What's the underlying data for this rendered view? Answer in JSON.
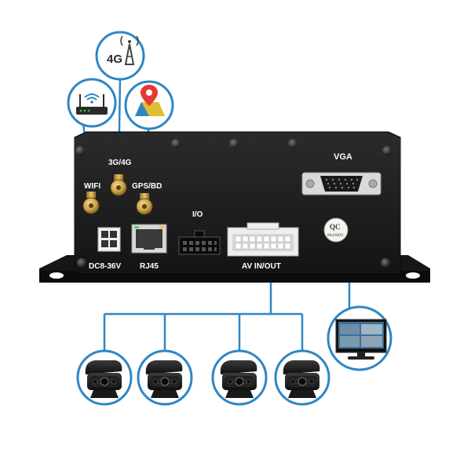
{
  "labels": {
    "wifi": "WIFI",
    "network": "3G/4G",
    "gps": "GPS/BD",
    "io": "I/O",
    "vga": "VGA",
    "power": "DC8-36V",
    "rj45": "RJ45",
    "av": "AV IN/OUT",
    "badge_4g": "4G",
    "qc_main": "QC",
    "qc_sub": "PASSED"
  },
  "colors": {
    "accent": "#2f86c4",
    "device": "#1b1b1b",
    "gold": "#c9a24a"
  },
  "icons": {
    "wifi": "wifi-router-icon",
    "network": "cell-tower-icon",
    "gps": "map-pin-icon",
    "monitor": "monitor-icon",
    "camera": "vehicle-camera-icon"
  },
  "camera_count": 4
}
